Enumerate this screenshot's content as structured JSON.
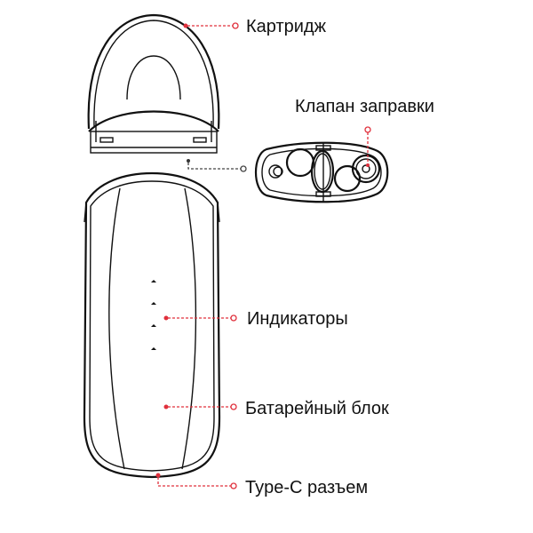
{
  "labels": {
    "cartridge": "Картридж",
    "refill_valve": "Клапан заправки",
    "indicators": "Индикаторы",
    "battery": "Батарейный блок",
    "type_c": "Type-C разъем"
  },
  "colors": {
    "accent": "#e0303c",
    "line": "#111111"
  }
}
